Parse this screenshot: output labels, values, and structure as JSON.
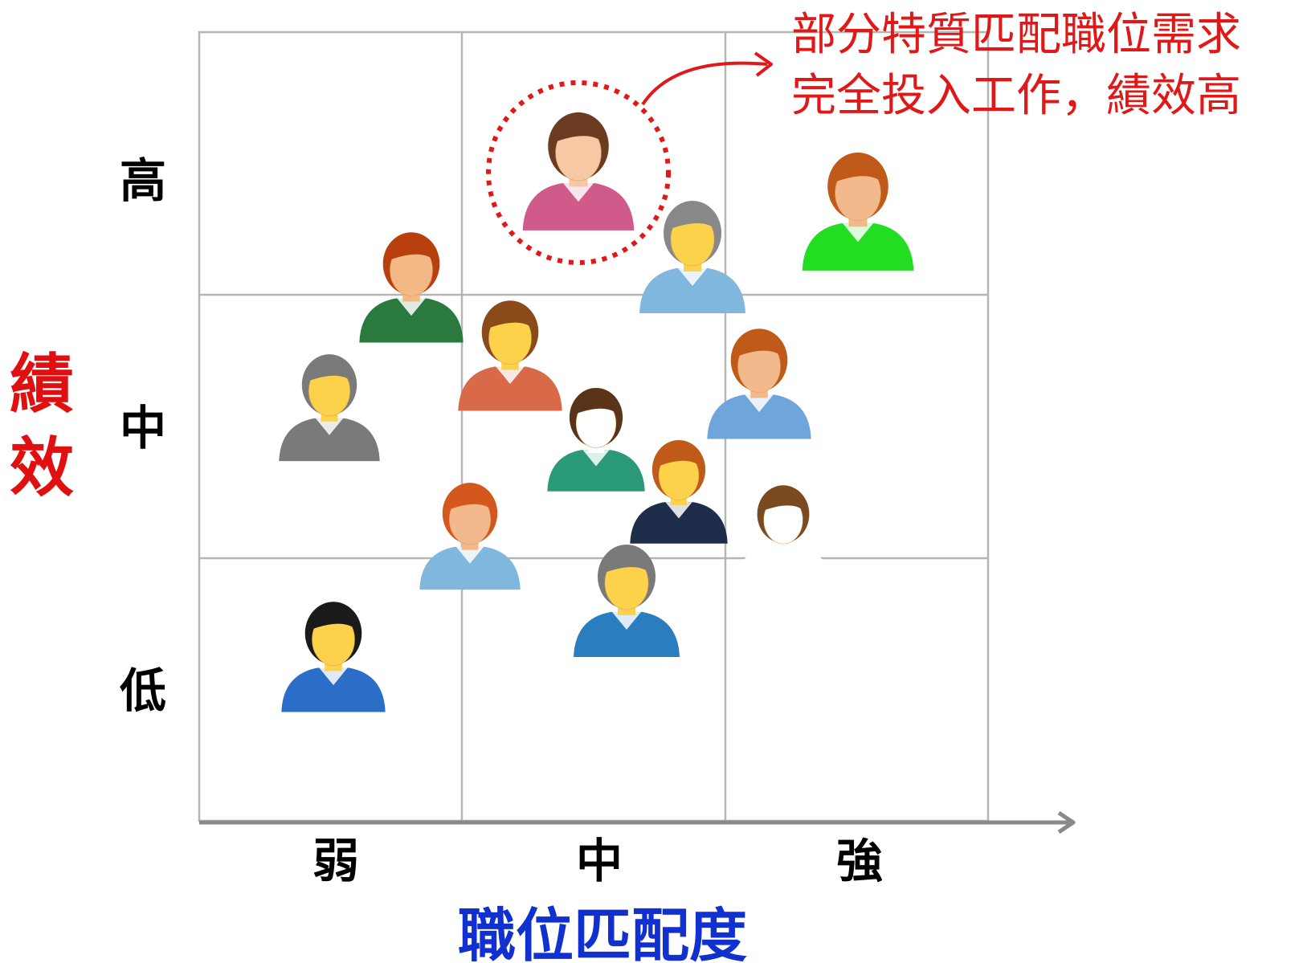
{
  "y_axis": {
    "title_chars": [
      "績",
      "效"
    ],
    "title_color": "#e01010",
    "levels": [
      "高",
      "中",
      "低"
    ]
  },
  "x_axis": {
    "title": "職位匹配度",
    "title_color": "#1030d0",
    "levels": [
      "弱",
      "中",
      "強"
    ]
  },
  "callout": {
    "lines": [
      "部分特質匹配職位需求",
      "完全投入工作，績效高"
    ],
    "color": "#e01818"
  },
  "people": [
    {
      "name": "woman-books-highlighted",
      "shirt": "#d05a8a",
      "hair": "#6b3b22",
      "skin": "#f6c8a4",
      "highlighted": true
    },
    {
      "name": "man-green-shirt",
      "shirt": "#22dd22",
      "hair": "#c05a18",
      "skin": "#f1b98c"
    },
    {
      "name": "woman-gray-hair-headband",
      "shirt": "#7fb7de",
      "hair": "#888888",
      "skin": "#fcd24a"
    },
    {
      "name": "woman-red-hair-green-top",
      "shirt": "#2a7a40",
      "hair": "#b8400e",
      "skin": "#f2b986"
    },
    {
      "name": "woman-brown-hair-necklace",
      "shirt": "#d86a4a",
      "hair": "#8a4a1a",
      "skin": "#fcd24a"
    },
    {
      "name": "man-gray-hair-suit",
      "shirt": "#7a7a7a",
      "hair": "#7a7a7a",
      "skin": "#fcd24a"
    },
    {
      "name": "man-auburn-hair-blue-shirt",
      "shirt": "#6ea6dc",
      "hair": "#c05a18",
      "skin": "#f1b98c"
    },
    {
      "name": "woman-beanie-glasses",
      "shirt": "#2a9a78",
      "hair": "#5a3418",
      "skin": "#ffffff"
    },
    {
      "name": "woman-red-hair-headband",
      "shirt": "#7fb7de",
      "hair": "#d4581e",
      "skin": "#f1b98c"
    },
    {
      "name": "man-navy-suit",
      "shirt": "#1e2e4a",
      "hair": "#c05a18",
      "skin": "#fcd24a"
    },
    {
      "name": "woman-braid-glasses",
      "shirt": "#ffffff",
      "hair": "#7a4a20",
      "skin": "#ffffff"
    },
    {
      "name": "man-gray-hair-blue-suit",
      "shirt": "#2a7ec0",
      "hair": "#7a7a7a",
      "skin": "#fcd24a"
    },
    {
      "name": "woman-black-hair-glasses",
      "shirt": "#2a6ec8",
      "hair": "#1a1a1a",
      "skin": "#fcd24a"
    }
  ]
}
